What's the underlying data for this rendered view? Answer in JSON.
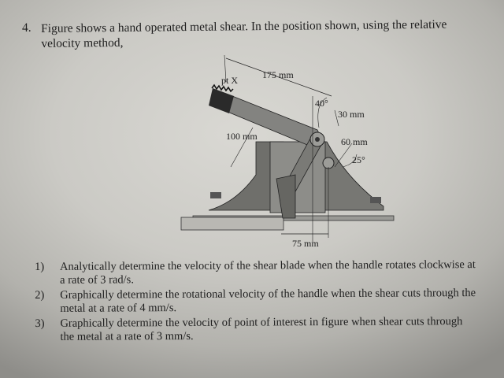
{
  "question": {
    "number": "4.",
    "text": "Figure shows a hand operated metal shear. In the position shown, using the relative velocity method,"
  },
  "figure": {
    "labels": {
      "pt_x": "pt X",
      "len_175": "175 mm",
      "angle_40": "40°",
      "len_30": "30 mm",
      "len_100": "100 mm",
      "len_60": "60 mm",
      "angle_25": "25°",
      "len_75": "75 mm"
    }
  },
  "tasks": [
    {
      "num": "1)",
      "text": "Analytically determine the velocity of the shear blade when the handle rotates clockwise at a rate of 3 rad/s."
    },
    {
      "num": "2)",
      "text": "Graphically determine the rotational velocity of the handle when the shear cuts through the metal at a rate of 4 mm/s."
    },
    {
      "num": "3)",
      "text": "Graphically determine the velocity of point of interest in figure when shear cuts through the metal at a rate of 3 mm/s."
    }
  ]
}
